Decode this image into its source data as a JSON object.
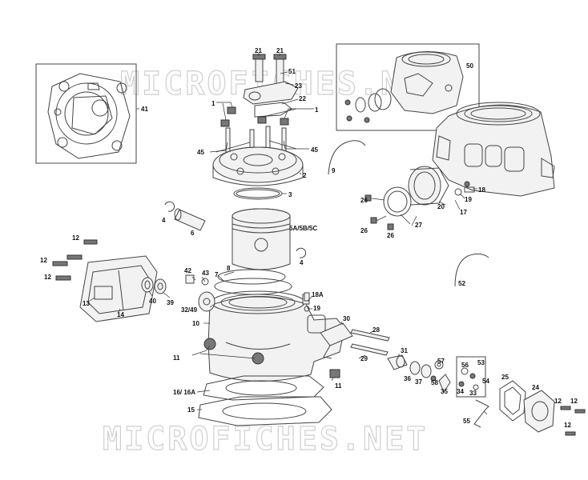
{
  "watermark": {
    "top": "MICROFICHES.NET",
    "bottom": "MICROFICHES.NET"
  },
  "colors": {
    "line": "#444444",
    "fill": "#f2f2f2",
    "label": "#111111",
    "watermark_stroke": "#cfcfcf"
  },
  "callouts": [
    {
      "id": "c21a",
      "text": "21"
    },
    {
      "id": "c21b",
      "text": "21"
    },
    {
      "id": "c51",
      "text": "51"
    },
    {
      "id": "c23",
      "text": "23"
    },
    {
      "id": "c22",
      "text": "22"
    },
    {
      "id": "c1a",
      "text": "1"
    },
    {
      "id": "c1b",
      "text": "1"
    },
    {
      "id": "c45a",
      "text": "45"
    },
    {
      "id": "c45b",
      "text": "45"
    },
    {
      "id": "c2",
      "text": "2"
    },
    {
      "id": "c3",
      "text": "3"
    },
    {
      "id": "c41",
      "text": "41"
    },
    {
      "id": "c50",
      "text": "50"
    },
    {
      "id": "c9",
      "text": "9"
    },
    {
      "id": "c4a",
      "text": "4"
    },
    {
      "id": "c6",
      "text": "6"
    },
    {
      "id": "c5",
      "text": "5A/5B/5C"
    },
    {
      "id": "c4b",
      "text": "4"
    },
    {
      "id": "c26a",
      "text": "26"
    },
    {
      "id": "c26b",
      "text": "26"
    },
    {
      "id": "c26c",
      "text": "26"
    },
    {
      "id": "c27",
      "text": "27"
    },
    {
      "id": "c20",
      "text": "20"
    },
    {
      "id": "c17",
      "text": "17"
    },
    {
      "id": "c19a",
      "text": "19"
    },
    {
      "id": "c18a",
      "text": "18"
    },
    {
      "id": "c52",
      "text": "52"
    },
    {
      "id": "c12a",
      "text": "12"
    },
    {
      "id": "c12b",
      "text": "12"
    },
    {
      "id": "c12c",
      "text": "12"
    },
    {
      "id": "c13",
      "text": "13"
    },
    {
      "id": "c14",
      "text": "14"
    },
    {
      "id": "c40",
      "text": "40"
    },
    {
      "id": "c39",
      "text": "39"
    },
    {
      "id": "c42",
      "text": "42"
    },
    {
      "id": "c43",
      "text": "43"
    },
    {
      "id": "c8",
      "text": "8"
    },
    {
      "id": "c7",
      "text": "7"
    },
    {
      "id": "c3249",
      "text": "32/49"
    },
    {
      "id": "c18b",
      "text": "18A"
    },
    {
      "id": "c19b",
      "text": "19"
    },
    {
      "id": "c10",
      "text": "10"
    },
    {
      "id": "c30",
      "text": "30"
    },
    {
      "id": "c28",
      "text": "28"
    },
    {
      "id": "c11a",
      "text": "11"
    },
    {
      "id": "c29",
      "text": "29"
    },
    {
      "id": "c31",
      "text": "31"
    },
    {
      "id": "c57",
      "text": "57"
    },
    {
      "id": "c56",
      "text": "56"
    },
    {
      "id": "c53",
      "text": "53"
    },
    {
      "id": "c36",
      "text": "36"
    },
    {
      "id": "c37",
      "text": "37"
    },
    {
      "id": "c58",
      "text": "58"
    },
    {
      "id": "c35",
      "text": "35"
    },
    {
      "id": "c54",
      "text": "54"
    },
    {
      "id": "c34",
      "text": "34"
    },
    {
      "id": "c33",
      "text": "33"
    },
    {
      "id": "c25",
      "text": "25"
    },
    {
      "id": "c24",
      "text": "24"
    },
    {
      "id": "c12d",
      "text": "12"
    },
    {
      "id": "c12e",
      "text": "12"
    },
    {
      "id": "c12f",
      "text": "12"
    },
    {
      "id": "c11b",
      "text": "11"
    },
    {
      "id": "c16",
      "text": "16/ 16A"
    },
    {
      "id": "c15",
      "text": "15"
    },
    {
      "id": "c55",
      "text": "55"
    }
  ]
}
